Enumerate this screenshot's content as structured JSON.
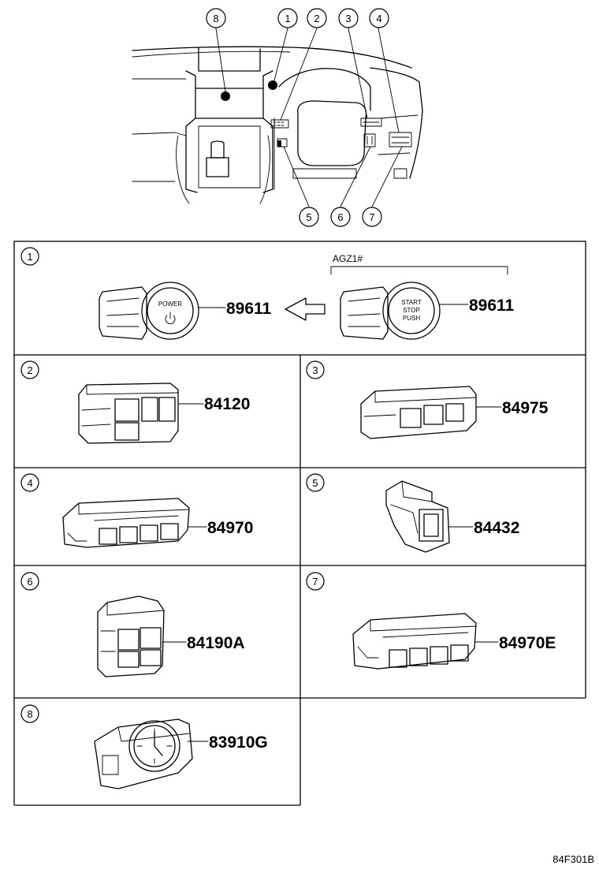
{
  "overview": {
    "callouts": [
      "8",
      "1",
      "2",
      "3",
      "4",
      "5",
      "6",
      "7"
    ]
  },
  "panels": [
    {
      "num": "1",
      "part": "89611",
      "alt_label": "AGZ1#",
      "alt_part": "89611",
      "button_text": "POWER",
      "alt_button_text": [
        "START",
        "STOP",
        "PUSH"
      ]
    },
    {
      "num": "2",
      "part": "84120"
    },
    {
      "num": "3",
      "part": "84975"
    },
    {
      "num": "4",
      "part": "84970"
    },
    {
      "num": "5",
      "part": "84432"
    },
    {
      "num": "6",
      "part": "84190A"
    },
    {
      "num": "7",
      "part": "84970E"
    },
    {
      "num": "8",
      "part": "83910G"
    }
  ],
  "footer": {
    "ref": "84F301B"
  }
}
